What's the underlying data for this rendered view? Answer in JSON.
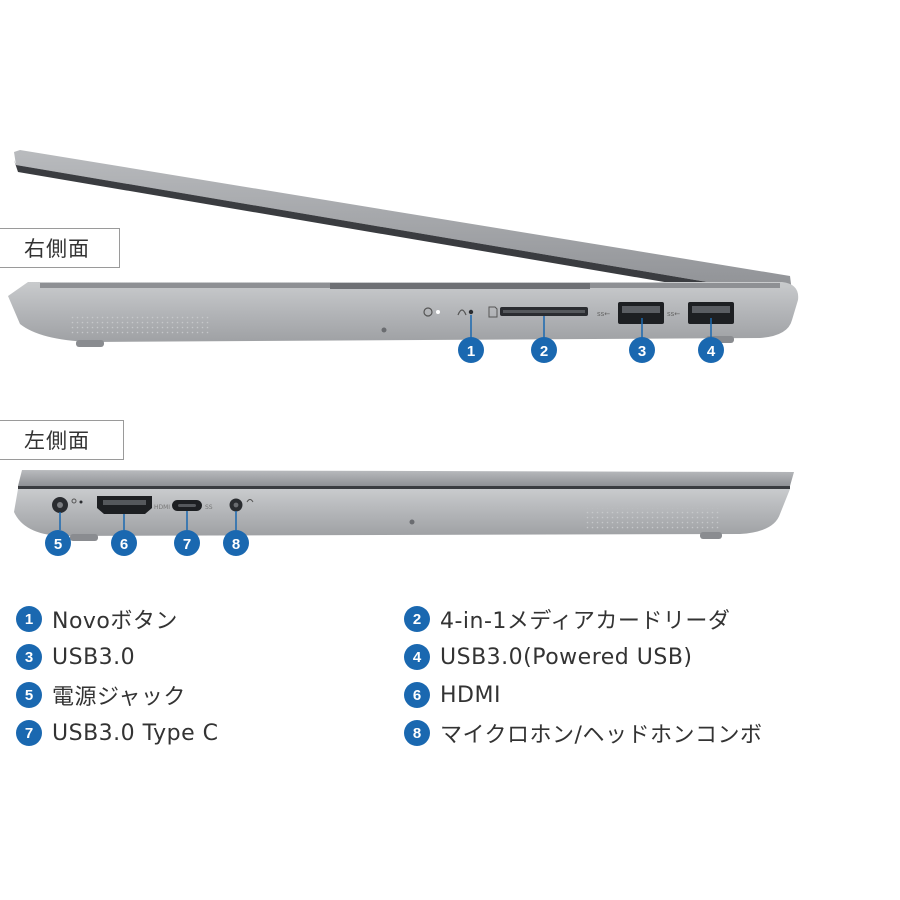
{
  "right_side": {
    "label": "右側面",
    "callouts": [
      "1",
      "2",
      "3",
      "4"
    ]
  },
  "left_side": {
    "label": "左側面",
    "callouts": [
      "5",
      "6",
      "7",
      "8"
    ]
  },
  "port_markings": {
    "hdmi": "HDMI",
    "usb_c": "SS"
  },
  "legend": [
    {
      "num": "1",
      "text": "Novoボタン"
    },
    {
      "num": "2",
      "text": "4-in-1メディアカードリーダ"
    },
    {
      "num": "3",
      "text": "USB3.0"
    },
    {
      "num": "4",
      "text": "USB3.0(Powered USB)"
    },
    {
      "num": "5",
      "text": "電源ジャック"
    },
    {
      "num": "6",
      "text": "HDMI"
    },
    {
      "num": "7",
      "text": "USB3.0 Type C"
    },
    {
      "num": "8",
      "text": "マイクロホン/ヘッドホンコンボ"
    }
  ],
  "colors": {
    "callout": "#1a68b0",
    "chassis": "#b4b6b8",
    "lid_edge": "#3a3c40"
  }
}
